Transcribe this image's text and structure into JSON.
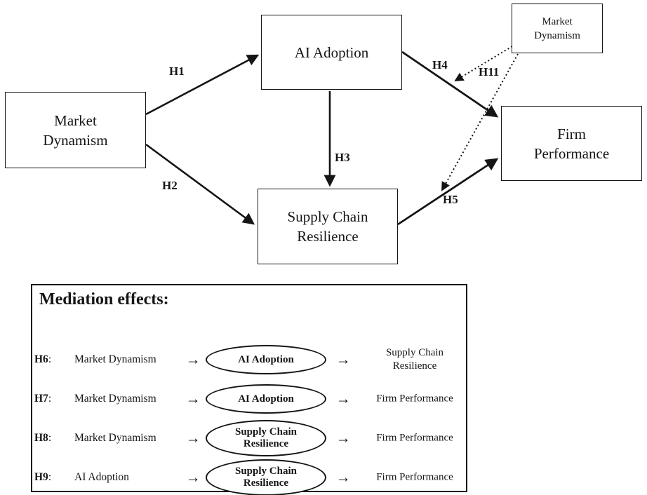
{
  "colors": {
    "ink": "#151515",
    "background": "#ffffff"
  },
  "model": {
    "nodes": {
      "market_dynamism": {
        "label": "Market\nDynamism"
      },
      "ai_adoption": {
        "label": "AI Adoption"
      },
      "supply_chain_resilience": {
        "label": "Supply Chain\nResilience"
      },
      "firm_performance": {
        "label": "Firm\nPerformance"
      },
      "market_dynamism_moderator": {
        "label": "Market\nDynamism"
      }
    },
    "paths": {
      "h1": {
        "label": "H1",
        "from": "Market Dynamism",
        "to": "AI Adoption",
        "line": "solid"
      },
      "h2": {
        "label": "H2",
        "from": "Market Dynamism",
        "to": "Supply Chain Resilience",
        "line": "solid"
      },
      "h3": {
        "label": "H3",
        "from": "AI Adoption",
        "to": "Supply Chain Resilience",
        "line": "solid"
      },
      "h4": {
        "label": "H4",
        "from": "AI Adoption",
        "to": "Firm Performance",
        "line": "solid"
      },
      "h5": {
        "label": "H5",
        "from": "Supply Chain Resilience",
        "to": "Firm Performance",
        "line": "solid"
      },
      "h11": {
        "label": "H11",
        "from": "Market Dynamism (moderator)",
        "to": "H4 and H5 paths",
        "line": "dotted"
      }
    }
  },
  "mediation": {
    "title": "Mediation effects:",
    "arrow": "→",
    "colon": ":",
    "rows": [
      {
        "id": "H6",
        "from": "Market Dynamism",
        "mediator": "AI Adoption",
        "to": "Supply Chain\nResilience"
      },
      {
        "id": "H7",
        "from": "Market Dynamism",
        "mediator": "AI Adoption",
        "to": "Firm Performance"
      },
      {
        "id": "H8",
        "from": "Market Dynamism",
        "mediator": "Supply Chain\nResilience",
        "to": "Firm Performance"
      },
      {
        "id": "H9",
        "from": "AI Adoption",
        "mediator": "Supply Chain\nResilience",
        "to": "Firm Performance"
      }
    ]
  }
}
